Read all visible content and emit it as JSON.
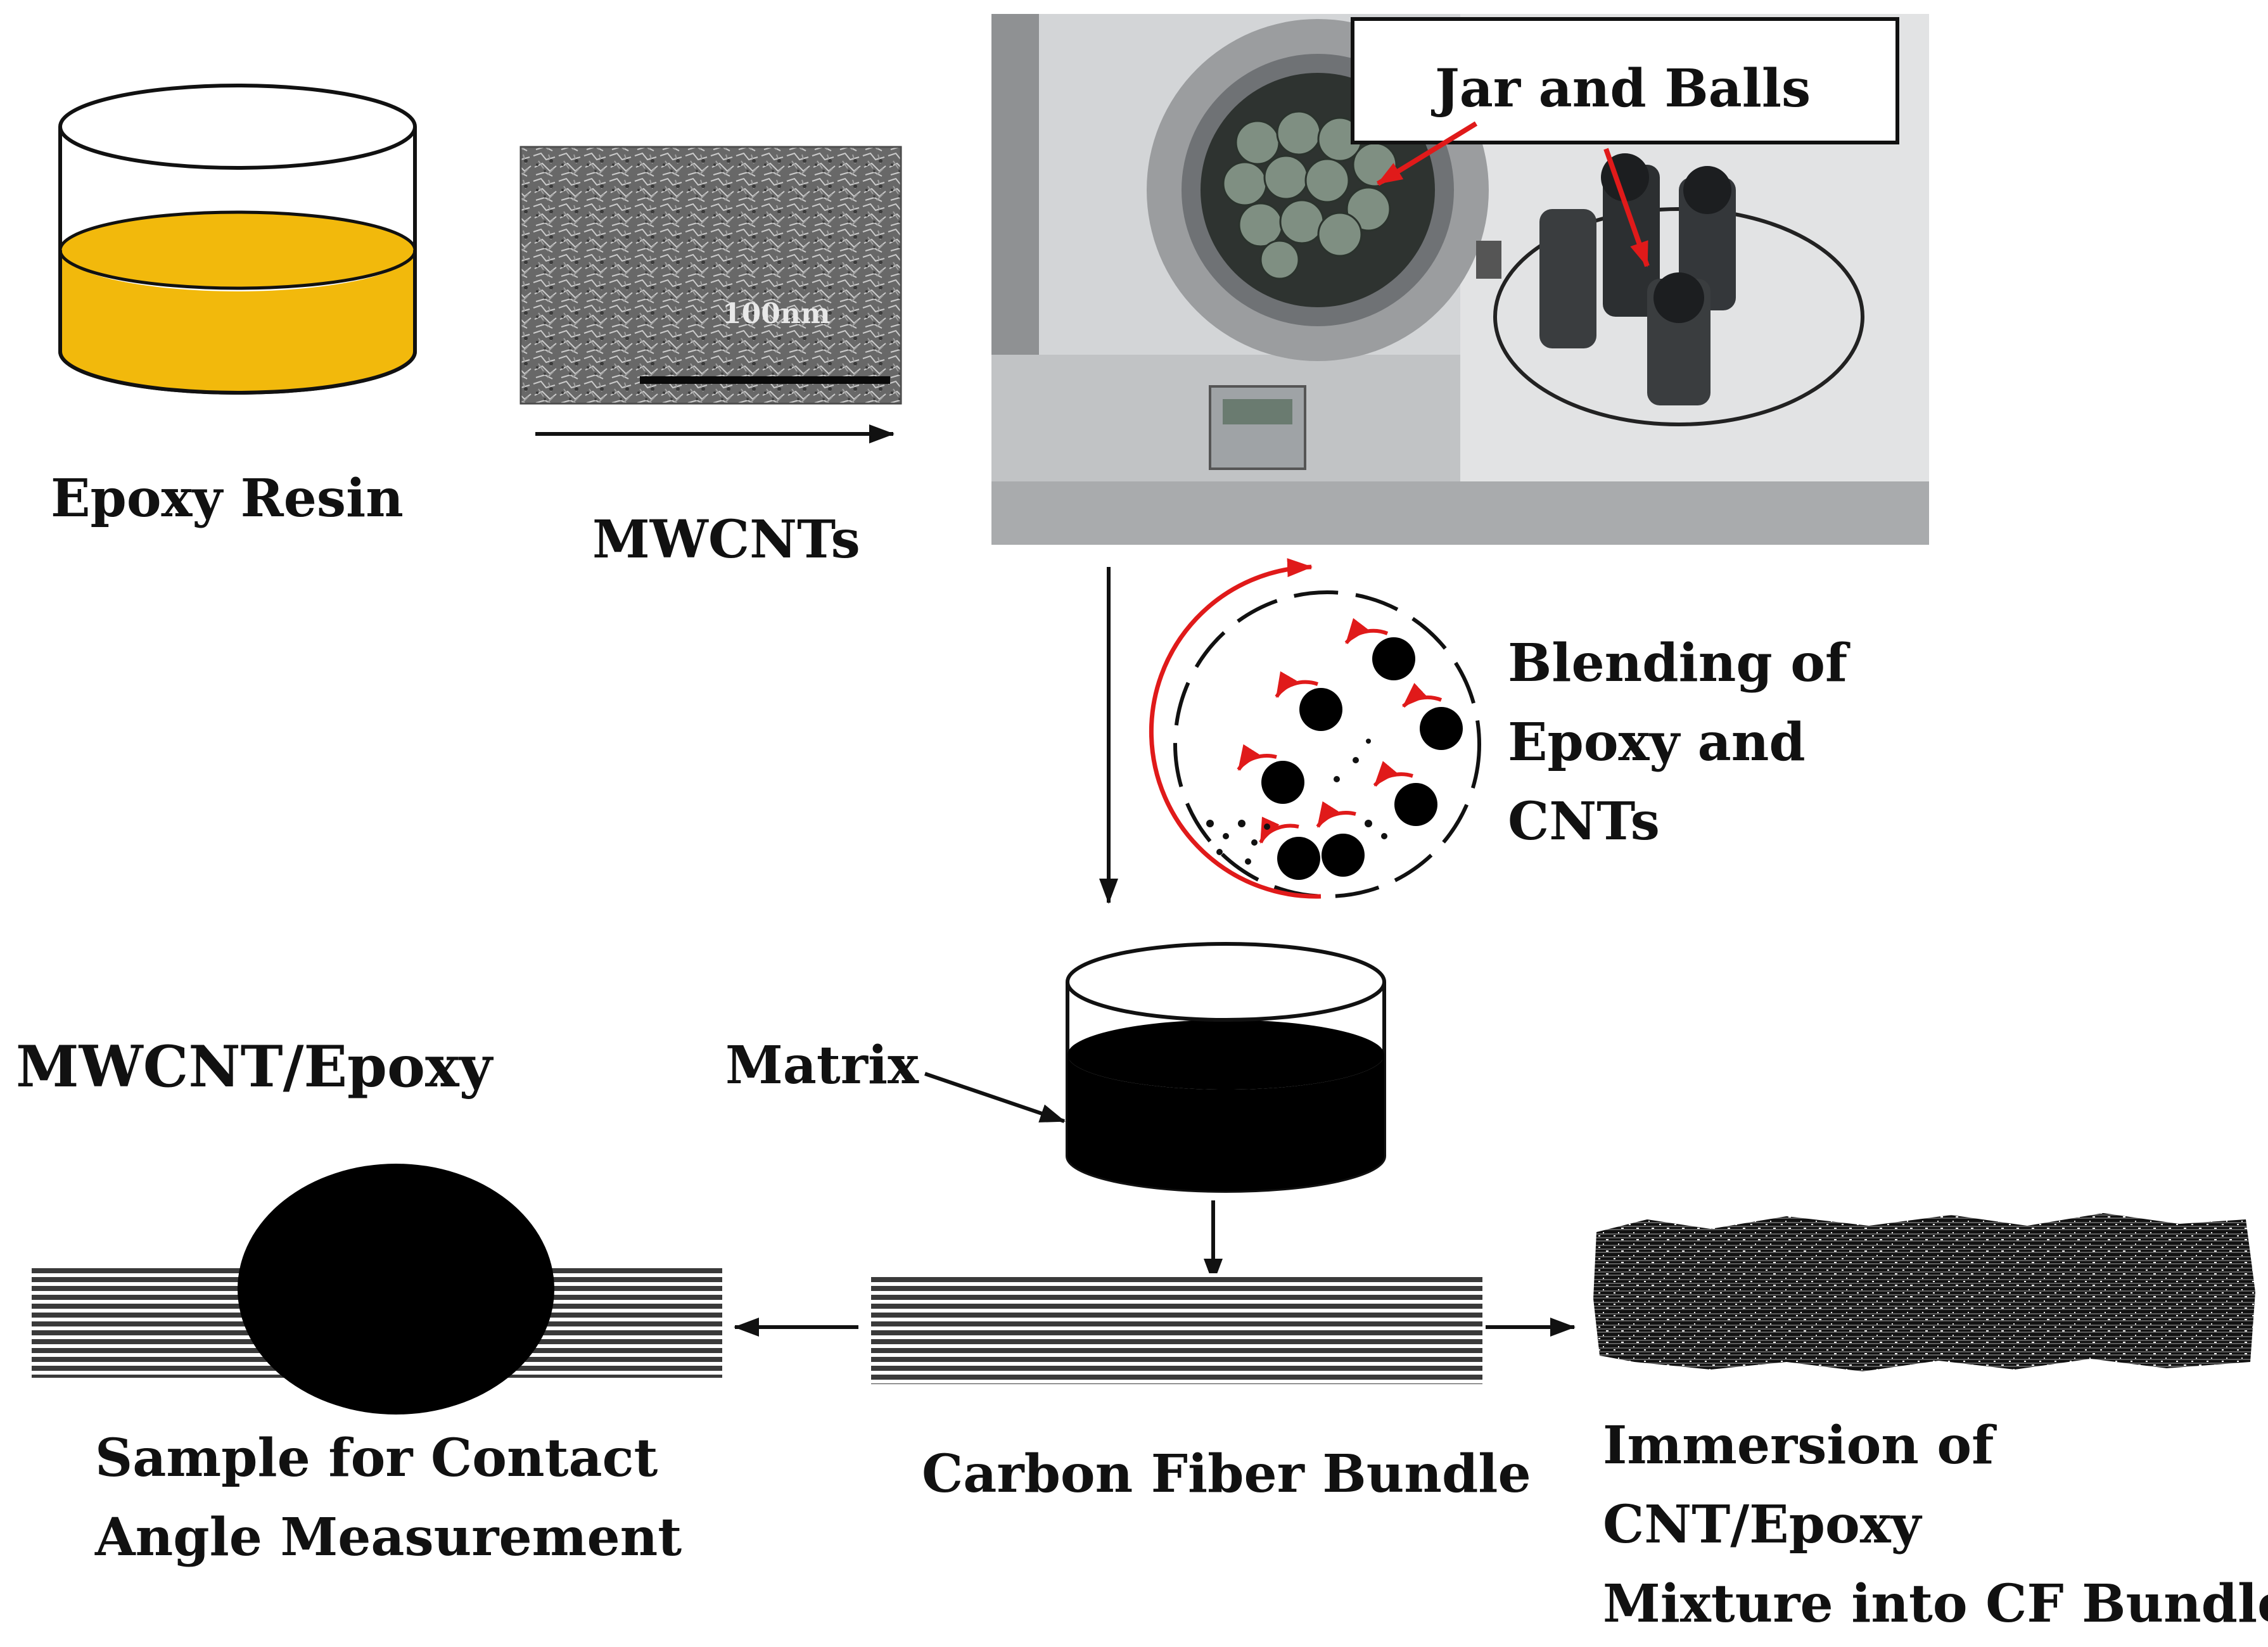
{
  "labels": {
    "epoxy_resin": "Epoxy Resin",
    "mwcnts": "MWCNTs",
    "jar_and_balls": "Jar and Balls",
    "blending_line1": "Blending of",
    "blending_line2": "Epoxy and",
    "blending_line3": "CNTs",
    "matrix": "Matrix",
    "mwcnt_epoxy": "MWCNT/Epoxy",
    "sample_line1": "Sample for Contact",
    "sample_line2": "Angle Measurement",
    "carbon_fiber_bundle": "Carbon Fiber Bundle",
    "immersion_line1": "Immersion of",
    "immersion_line2": "CNT/Epoxy",
    "immersion_line3": "Mixture into CF Bundle"
  },
  "sem_image": {
    "scale_text": "100nm"
  },
  "colors": {
    "epoxy_fill": "#f2b90c",
    "matrix_fill": "#000000",
    "arrow_red": "#e01a1a",
    "fiber_stripe": "#3a3a3a",
    "machine_body": "#c9cbcd"
  }
}
